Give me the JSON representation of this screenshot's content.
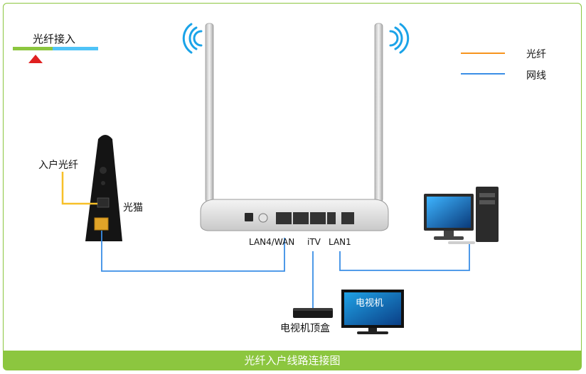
{
  "header": {
    "title": "光纤接入"
  },
  "legend": [
    {
      "label": "光纤",
      "color": "#f7941d"
    },
    {
      "label": "网线",
      "color": "#3a8ee6"
    }
  ],
  "devices": {
    "fiber_in": "入户光纤",
    "modem": "光猫",
    "stb": "电视机顶盒",
    "tv_screen": "电视机"
  },
  "router_ports": {
    "wan": "LAN4/WAN",
    "itv": "iTV",
    "lan1": "LAN1"
  },
  "footer": {
    "caption": "光纤入户线路连接图"
  },
  "colors": {
    "accent_green": "#8cc63f",
    "fiber": "#f7941d",
    "cable": "#3a8ee6",
    "header_bar_blue": "#4fc3f7",
    "warning_red": "#e02020"
  }
}
